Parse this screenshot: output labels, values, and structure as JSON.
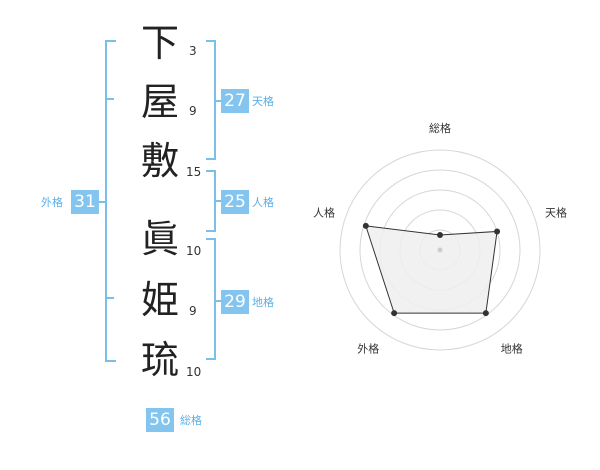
{
  "name_chars": [
    {
      "char": "下",
      "strokes": "3"
    },
    {
      "char": "屋",
      "strokes": "9"
    },
    {
      "char": "敷",
      "strokes": "15"
    },
    {
      "char": "眞",
      "strokes": "10"
    },
    {
      "char": "姫",
      "strokes": "9"
    },
    {
      "char": "琉",
      "strokes": "10"
    }
  ],
  "kaku": {
    "tenkaku": {
      "value": "27",
      "label": "天格"
    },
    "jinkaku": {
      "value": "25",
      "label": "人格"
    },
    "chikaku": {
      "value": "29",
      "label": "地格"
    },
    "gaikaku": {
      "value": "31",
      "label": "外格"
    },
    "soukaku": {
      "value": "56",
      "label": "総格"
    }
  },
  "radar": {
    "axes": [
      "総格",
      "天格",
      "地格",
      "外格",
      "人格"
    ],
    "values": [
      0.15,
      0.6,
      0.78,
      0.78,
      0.78
    ],
    "colors": {
      "fill": "#eeeeee",
      "ring": "#d6d6d6",
      "line": "#333333",
      "dot": "#333333",
      "center": "#cccccc"
    }
  }
}
